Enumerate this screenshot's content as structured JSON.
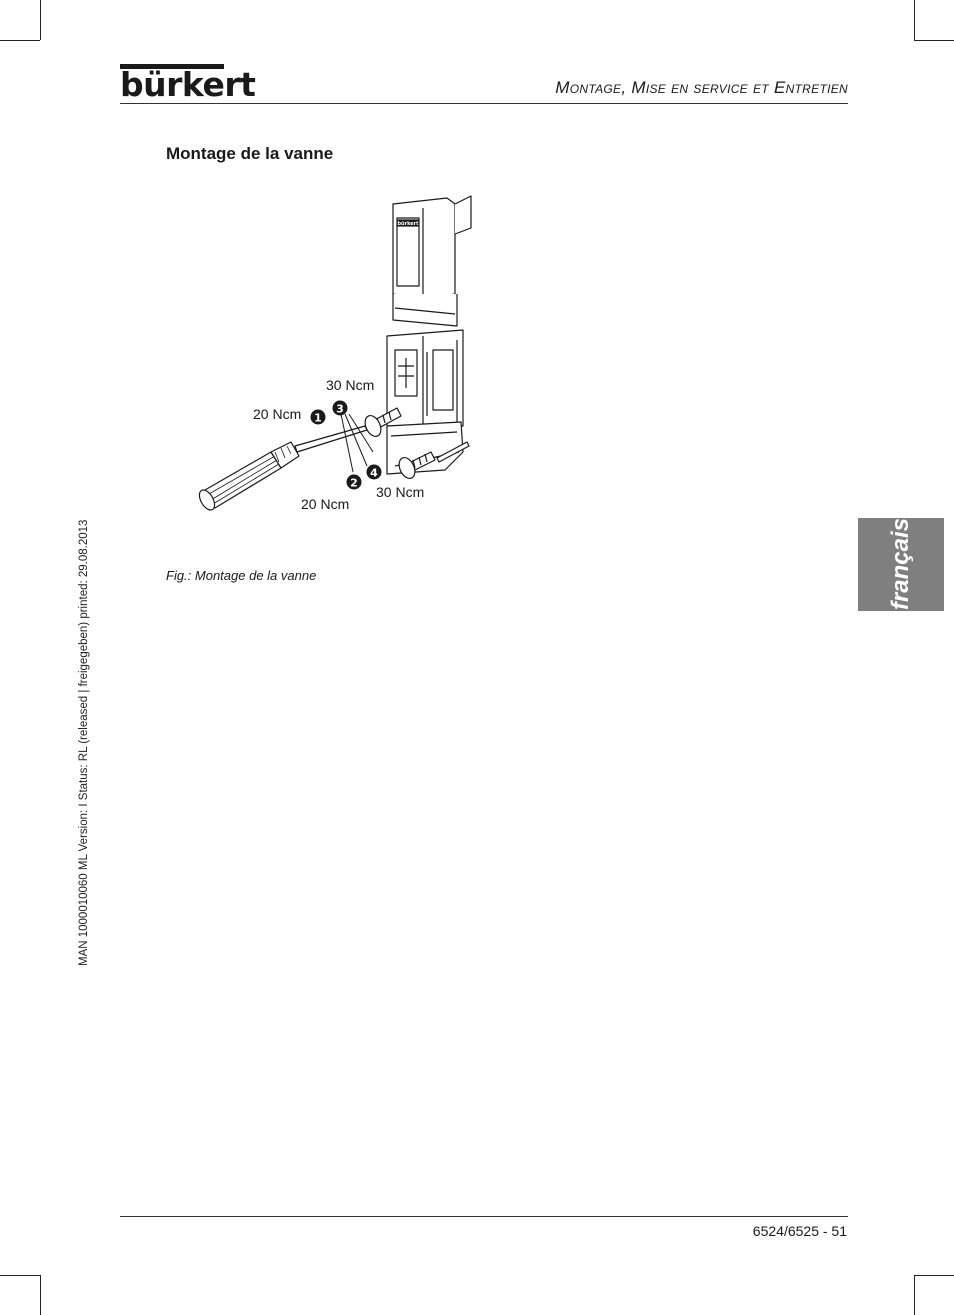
{
  "header": {
    "logo_text": "bürkert",
    "title": "Montage, Mise en service et Entretien"
  },
  "section": {
    "heading": "Montage de la vanne"
  },
  "figure": {
    "caption": "Fig.: Montage de la vanne",
    "callouts": [
      {
        "number": "1",
        "torque": "20 Ncm"
      },
      {
        "number": "2",
        "torque": "20 Ncm"
      },
      {
        "number": "3",
        "torque": "30 Ncm"
      },
      {
        "number": "4",
        "torque": "30 Ncm"
      }
    ],
    "nameplate_text": "bürkert"
  },
  "sidebar": {
    "document_meta": "MAN 1000010060 ML Version: I Status: RL (released | freigegeben) printed: 29.08.2013",
    "language_tab": "français"
  },
  "footer": {
    "page_number": "6524/6525 - 51"
  },
  "colors": {
    "tab_gray": "#7f7f7f",
    "ink": "#1a1a1a"
  }
}
